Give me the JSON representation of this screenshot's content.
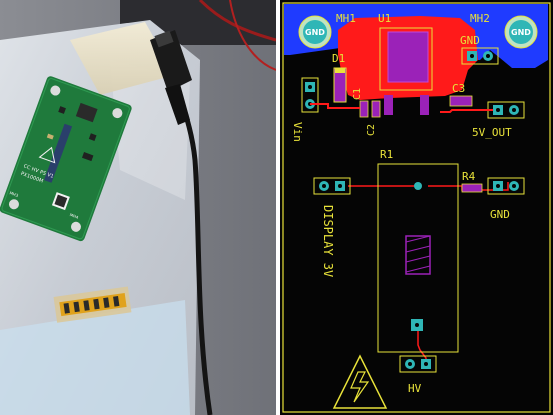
{
  "photo": {
    "board_silk_top": "CC HV PS V1",
    "board_silk_mid": "PX1000M",
    "board_mh_left": "MH3",
    "board_mh_right": "MH4"
  },
  "pcb": {
    "mounting_holes": [
      {
        "designator": "MH1",
        "pad_label": "GND"
      },
      {
        "designator": "MH2",
        "pad_label": "GND"
      }
    ],
    "components": {
      "regulator": "U1",
      "diode": "D1",
      "cap1": "C1",
      "cap2": "C2",
      "cap3": "C3",
      "resistor_main": "R1",
      "resistor_small": "R4"
    },
    "connectors": {
      "top_gnd": "GND",
      "vin": "Vin",
      "out_5v": "5V_OUT",
      "mid_gnd": "GND",
      "display": "DISPLAY 3V",
      "hv": "HV"
    },
    "colors": {
      "board": "#050505",
      "outline": "#e8e23a",
      "top_copper": "#ff1a1a",
      "bottom_copper": "#1f3bff",
      "pad": "#2fb6b6",
      "component_body": "#9b22b8",
      "silkscreen": "#e8e23a"
    }
  }
}
